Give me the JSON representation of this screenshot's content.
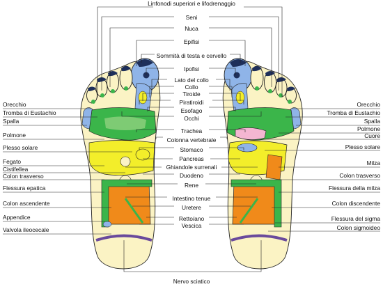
{
  "labels": {
    "center": [
      "Linfonodi superiori e lifodrenaggio",
      "Seni",
      "Nuca",
      "Epifisi",
      "Sommità di testa e cervello",
      "Ipofisi",
      "Lato del collo",
      "Collo",
      "Tiroide",
      "Piratiroidi",
      "Esofago",
      "Occhi",
      "Trachea",
      "Colonna vertebrale",
      "Stomaco",
      "Pancreas",
      "Ghiandole surrenali",
      "Duodeno",
      "Rene",
      "Intestino tenue",
      "Uretere",
      "Retto/ano",
      "Vescica",
      "Nervo sciatico"
    ],
    "left": [
      "Orecchio",
      "Tromba di Eustachio",
      "Spalla",
      "Polmone",
      "Plesso solare",
      "Fegato",
      "Cistifellea",
      "Colon trasverso",
      "Flessura epatica",
      "Colon ascendente",
      "Appendice",
      "Valvola ileocecale"
    ],
    "right": [
      "Orecchio",
      "Tromba di Eustachio",
      "Spalla",
      "Polmone",
      "Cuore",
      "Plesso solare",
      "Milza",
      "Colon trasverso",
      "Flessura della milza",
      "Colon discendente",
      "Flessura del sigma",
      "Colon sigmoideo"
    ]
  },
  "colors": {
    "foot_fill": "#fbf3c4",
    "lung": "#3bb54a",
    "stomach_liver": "#f3ee2a",
    "colon": "#f08a1a",
    "head": "#8fb4e8",
    "heart": "#f4b6d2",
    "sciatic": "#6a4a9c",
    "dark": "#1e2f5a"
  }
}
